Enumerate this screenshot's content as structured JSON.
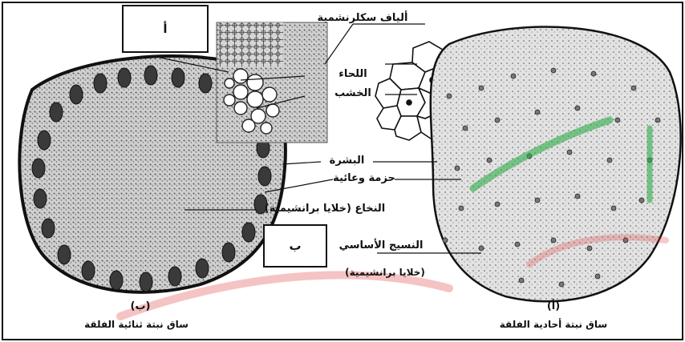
{
  "labels": {
    "sclerenchyma_fibers": "ألياف سكلرنشمية",
    "phloem": "اللحاء",
    "xylem": "الخشب",
    "epidermis": "البشرة",
    "vascular_bundle": "حزمة وعائية",
    "pith": "النخاع (خلايا برانشيمية)",
    "ground_tissue": "النسيج الأساسي",
    "ground_tissue_note": "(خلايا برانشيمية)"
  },
  "boxes": {
    "top_box": "أ",
    "bottom_box": "ب"
  },
  "captions": {
    "left_letter": "(ب)",
    "left_name": "ساق نبتة ثنائية الفلقة",
    "right_letter": "(أ)",
    "right_name": "ساق نبتة أحادية الفلقة"
  },
  "colors": {
    "ink": "#111111",
    "watermark_red": "#e23a3a",
    "watermark_green": "#2fae4a"
  }
}
